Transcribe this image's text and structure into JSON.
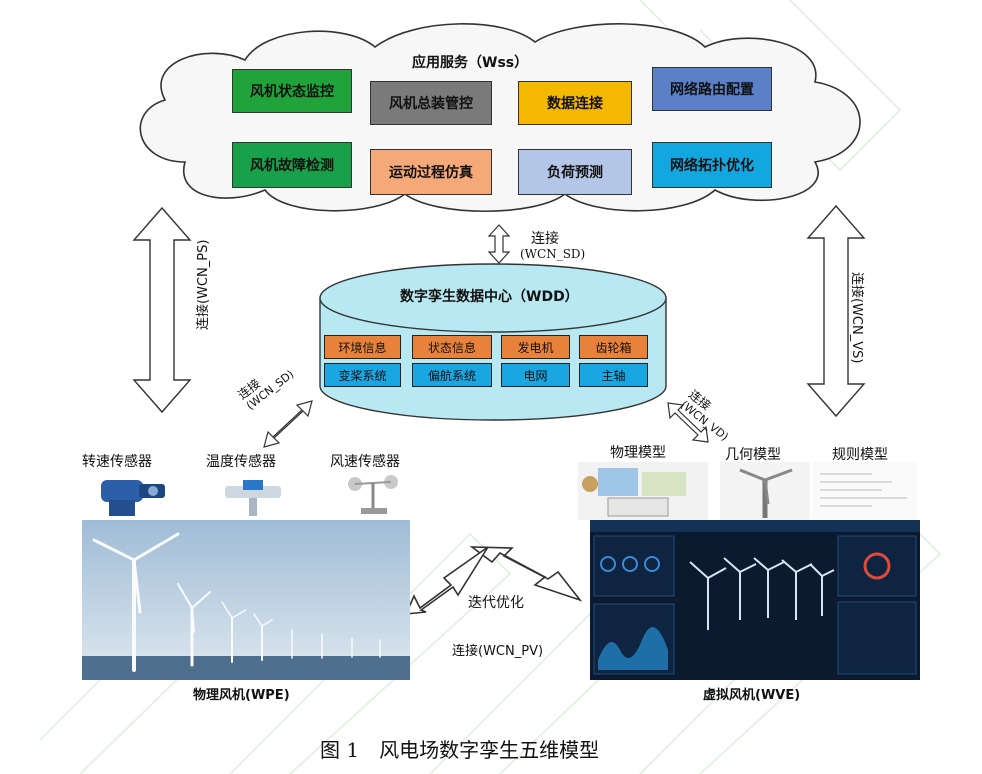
{
  "services": {
    "title": "应用服务（Wss）",
    "items": [
      {
        "label": "风机状态监控",
        "color": "#1fa33a"
      },
      {
        "label": "风机总装管控",
        "color": "#7a7a7a"
      },
      {
        "label": "数据连接",
        "color": "#f5b800"
      },
      {
        "label": "网络路由配置",
        "color": "#5b80c8"
      },
      {
        "label": "风机故障检测",
        "color": "#19a04a"
      },
      {
        "label": "运动过程仿真",
        "color": "#f5a878"
      },
      {
        "label": "负荷预测",
        "color": "#b4c6e7"
      },
      {
        "label": "网络拓扑优化",
        "color": "#13a7e0"
      }
    ]
  },
  "connections": {
    "sd": {
      "text": "连接",
      "sub": "(WCN_SD)"
    },
    "ps": "连接(WCN_PS)",
    "vs": "连接(WCN_VS)",
    "sd2": {
      "text": "连接",
      "sub": "(WCN_SD)"
    },
    "vd": {
      "text": "连接",
      "sub": "(WCN_VD)"
    },
    "iter": "迭代优化",
    "pv": "连接(WCN_PV)"
  },
  "datacenter": {
    "title": "数字孪生数据中心（WDD）",
    "row1": [
      "环境信息",
      "状态信息",
      "发电机",
      "齿轮箱"
    ],
    "row2": [
      "变桨系统",
      "偏航系统",
      "电网",
      "主轴"
    ],
    "row1_color": "#e8823a",
    "row2_color": "#1aa6e0"
  },
  "sensors": [
    "转速传感器",
    "温度传感器",
    "风速传感器"
  ],
  "models": [
    "物理模型",
    "几何模型",
    "规则模型"
  ],
  "physical_label": "物理风机(WPE)",
  "virtual_label": "虚拟风机(WVE)",
  "caption": "图 1　风电场数字孪生五维模型"
}
